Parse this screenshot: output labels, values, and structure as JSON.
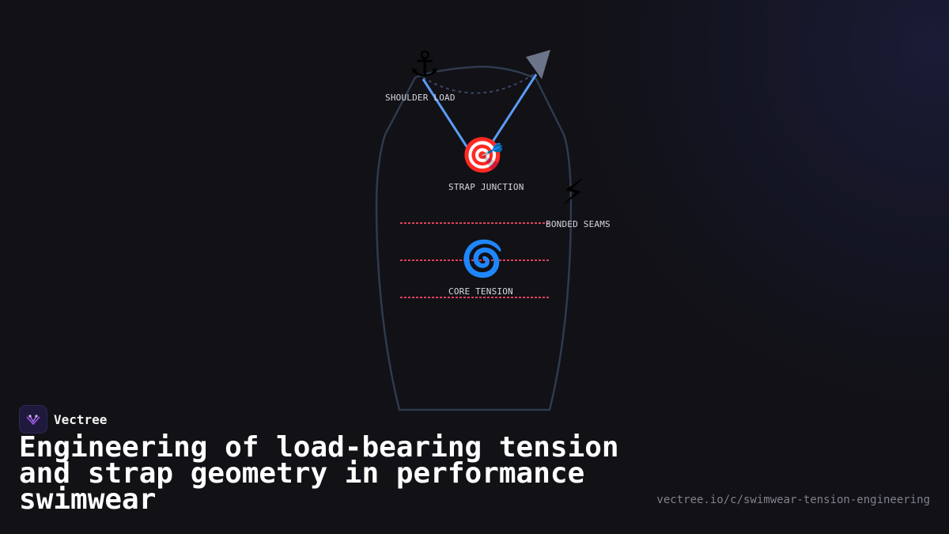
{
  "brand": {
    "name": "Vectree",
    "logo_icon": "vectree-logo-icon",
    "logo_color": "#a855f7"
  },
  "title": "Engineering of load-bearing tension and strap geometry in performance swimwear",
  "url": "vectree.io/c/swimwear-tension-engineering",
  "diagram": {
    "nodes": [
      {
        "id": "shoulder",
        "icon": "anchor-icon",
        "glyph": "⚓",
        "label": "SHOULDER LOAD"
      },
      {
        "id": "junction",
        "icon": "target-icon",
        "glyph": "🎯",
        "label": "STRAP JUNCTION"
      },
      {
        "id": "seams",
        "icon": "lightning-icon",
        "glyph": "⚡",
        "label": "BONDED SEAMS"
      },
      {
        "id": "core",
        "icon": "spiral-icon",
        "glyph": "🌀",
        "label": "CORE TENSION"
      }
    ]
  },
  "colors": {
    "background": "#111116",
    "body_outline": "#2f3a4d",
    "strap": "#5b9cf5",
    "tension_line": "#e0405e",
    "arrow": "#6b7488",
    "text": "#d7d9e0",
    "url": "#80828c"
  }
}
